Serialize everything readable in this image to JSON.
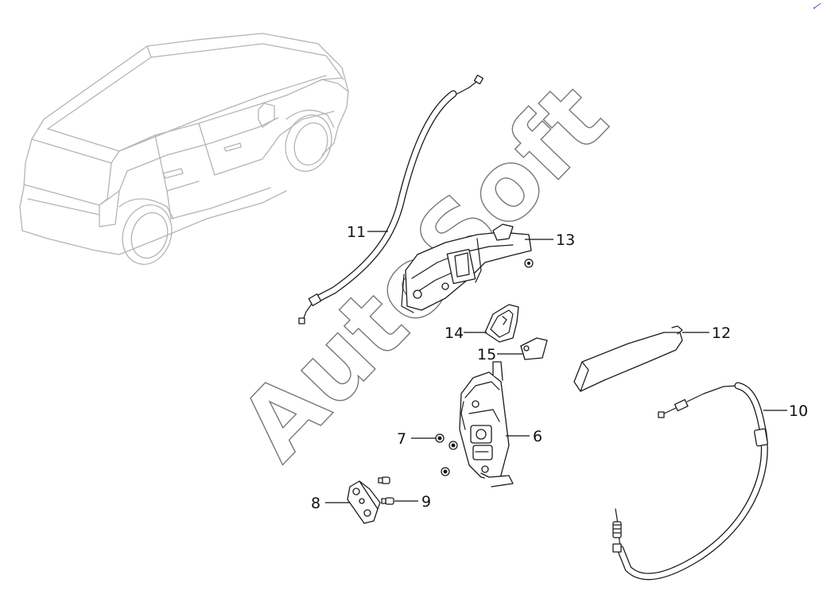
{
  "diagram": {
    "callouts": [
      {
        "id": "c6",
        "label": "6"
      },
      {
        "id": "c7",
        "label": "7"
      },
      {
        "id": "c8",
        "label": "8"
      },
      {
        "id": "c9",
        "label": "9"
      },
      {
        "id": "c10",
        "label": "10"
      },
      {
        "id": "c11",
        "label": "11"
      },
      {
        "id": "c12",
        "label": "12"
      },
      {
        "id": "c13",
        "label": "13"
      },
      {
        "id": "c14",
        "label": "14"
      },
      {
        "id": "c15",
        "label": "15"
      }
    ]
  },
  "watermark": {
    "text": "AutoSoft"
  }
}
